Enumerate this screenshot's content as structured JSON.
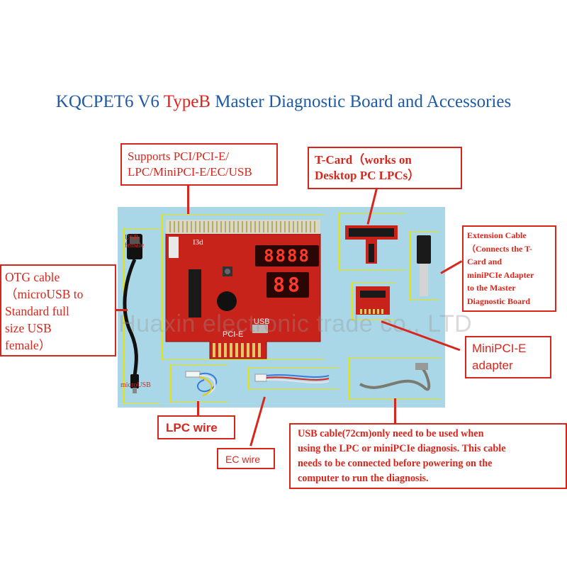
{
  "title": {
    "part1": "KQCPET6 V6 ",
    "part2": "TypeB",
    "part3": " Master Diagnostic Board and Accessories"
  },
  "callouts": {
    "supports": [
      "Supports PCI/PCI-E/",
      "LPC/MiniPCI-E/EC/USB"
    ],
    "tcard": [
      "T-Card（works on",
      "Desktop PC LPCs）"
    ],
    "extension": [
      "Extension Cable",
      "（Connects the T-",
      "Card and",
      "miniPCIe Adapter",
      "to the Master",
      "Diagnostic Board"
    ],
    "otg": [
      "OTG cable",
      "（microUSB to",
      "Standard full",
      "size USB",
      "female）"
    ],
    "minipcie": [
      "MiniPCI-E",
      "adapter"
    ],
    "lpc": "LPC wire",
    "ec": "EC wire",
    "usbcable": [
      "USB cable(72cm)only need to be used when",
      "using the LPC or miniPCIe diagnosis. This cable",
      "needs to be connected before powering on the",
      "computer to run the diagnosis."
    ]
  },
  "labels": {
    "usb_female": [
      "USB",
      "female"
    ],
    "microusb": "microUSB",
    "pcie": "PCI-E",
    "usb": "USB",
    "i3d": "I3d"
  },
  "displays": {
    "four_digit": "8888",
    "two_digit": "88"
  },
  "watermark": "Shenzhen Huaxin electronic trade co., LTD",
  "colors": {
    "title_blue": "#1f5aa8",
    "red": "#d9261c",
    "panel": "#a9d7e7",
    "board": "#c8231b"
  }
}
